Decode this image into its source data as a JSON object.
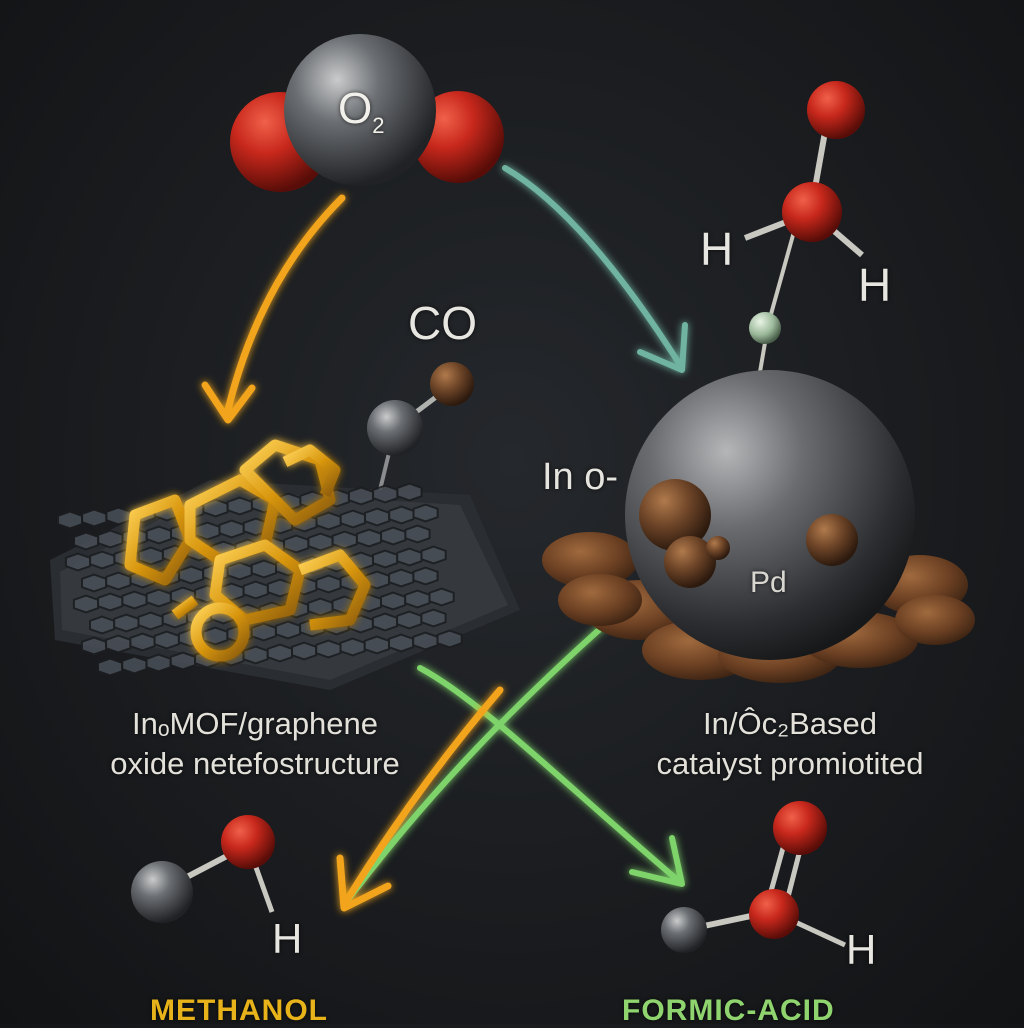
{
  "molecules": {
    "o2": {
      "label": "O",
      "subscript": "2"
    },
    "co": {
      "label": "CO"
    },
    "water": {
      "h_left": "H",
      "h_right": "H"
    },
    "methanol_h": "H",
    "formic_h": "H"
  },
  "catalysts": {
    "left": {
      "caption_line1": "InₒMOF/graphene",
      "caption_line2": "oxide netefostructure"
    },
    "right": {
      "in_label": "In o-",
      "pd_label": "Pd",
      "caption_line1": "In/Ôc₂Based",
      "caption_line2": "cataiyst promiotited"
    }
  },
  "products": {
    "left": {
      "label": "METHANOL"
    },
    "right": {
      "label": "FORMIC-ACID"
    }
  },
  "colors": {
    "background": "#1a1c1f",
    "oxygen_red": "#c8281c",
    "metal_gray": "#5a5c60",
    "mof_gold": "#e0a21a",
    "arrow_orange": "#f2a51a",
    "arrow_green": "#7ed46a",
    "methanol_text": "#e8b31a",
    "formic_text": "#8fd46e",
    "copper_disks": "#7a4a2a"
  },
  "icons": [
    "molecule-o2-icon",
    "molecule-co-icon",
    "molecule-water-icon",
    "mof-graphene-icon",
    "metal-sphere-catalyst-icon",
    "methanol-molecule-icon",
    "formic-acid-molecule-icon"
  ]
}
